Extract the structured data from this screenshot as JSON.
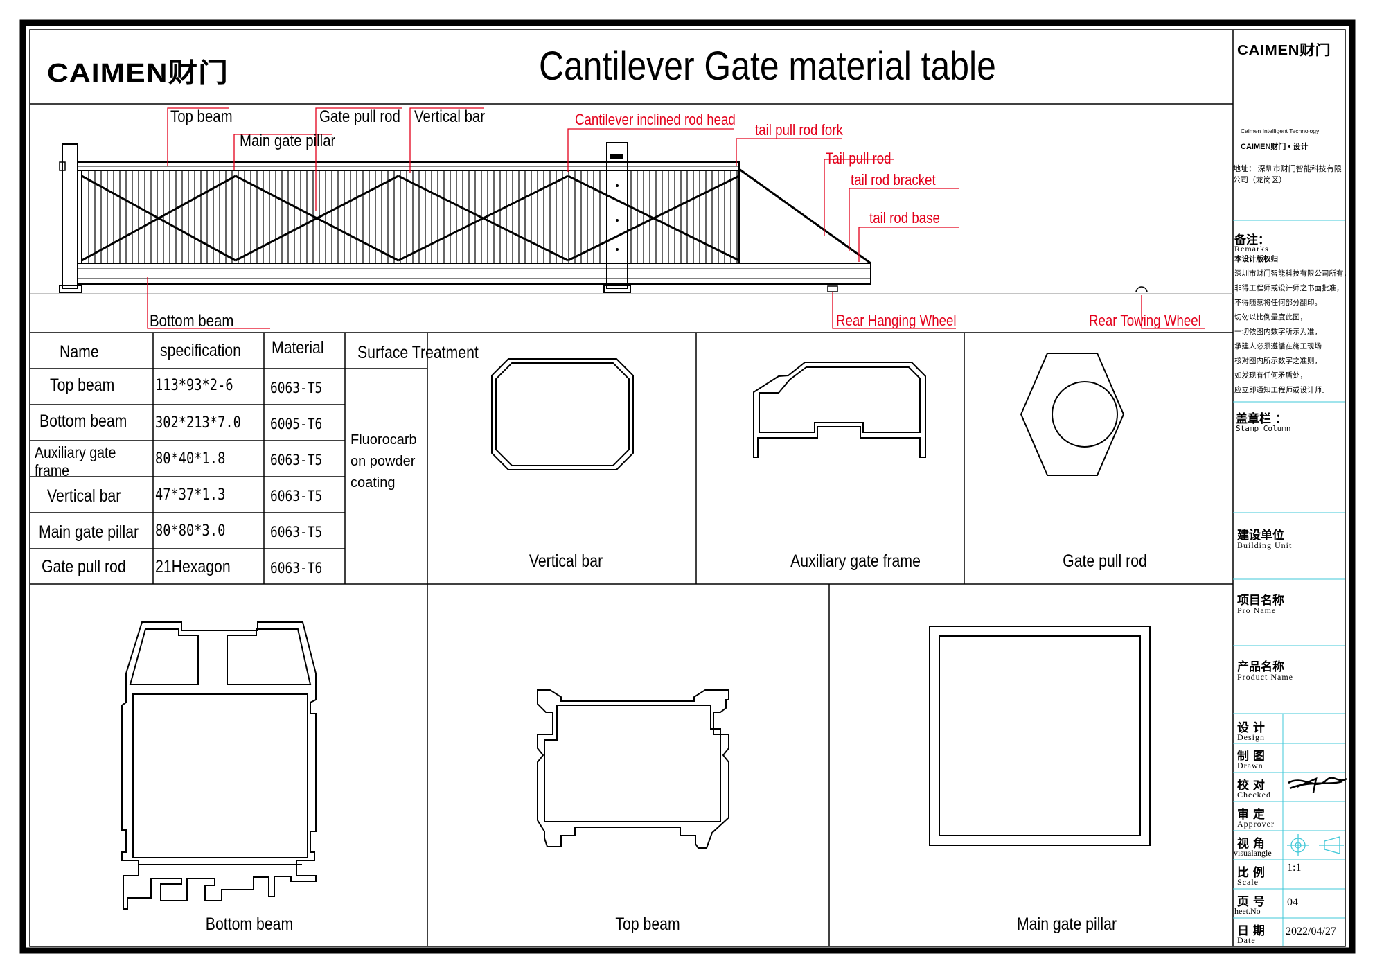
{
  "header": {
    "logo_text": "CAIMEN财门",
    "title": "Cantilever Gate material table"
  },
  "gate_labels": {
    "top_beam": "Top beam",
    "main_gate_pillar": "Main gate pillar",
    "gate_pull_rod": "Gate pull rod",
    "vertical_bar": "Vertical bar",
    "cantilever_inclined_rod_head": "Cantilever inclined rod head",
    "tail_pull_rod_fork": "tail pull rod fork",
    "tail_pull_rod": "Tail pull rod",
    "tail_rod_bracket": "tail rod bracket",
    "tail_rod_base": "tail  rod base",
    "bottom_beam": "Bottom beam",
    "rear_hanging_wheel": "Rear Hanging Wheel",
    "rear_towing_wheel": "Rear Towing Wheel"
  },
  "table": {
    "headers": {
      "name": "Name",
      "specification": "specification",
      "material": "Material",
      "surface": "Surface Treatment"
    },
    "rows": [
      {
        "name": "Top beam",
        "spec": "113*93*2-6",
        "material": "6063-T5"
      },
      {
        "name": "Bottom beam",
        "spec": "302*213*7.0",
        "material": "6005-T6"
      },
      {
        "name": "Auxiliary gate frame",
        "spec": "80*40*1.8",
        "material": "6063-T5"
      },
      {
        "name": "Vertical bar",
        "spec": "47*37*1.3",
        "material": "6063-T5"
      },
      {
        "name": "Main gate pillar",
        "spec": "80*80*3.0",
        "material": "6063-T5"
      },
      {
        "name": "Gate pull rod",
        "spec": "21Hexagon",
        "material": "6063-T6"
      }
    ],
    "surface_treatment": [
      "Fluorocarb",
      "on powder",
      "coating"
    ]
  },
  "profiles": {
    "vertical_bar": "Vertical bar",
    "auxiliary_gate_frame": "Auxiliary gate frame",
    "gate_pull_rod": "Gate pull rod",
    "bottom_beam": "Bottom beam",
    "top_beam": "Top beam",
    "main_gate_pillar": "Main gate pillar"
  },
  "title_block": {
    "logo_text": "CAIMEN财门",
    "company_en": "Caimen Intelligent Technology",
    "company_logo_line": "CAIMEN财门 • 设计",
    "address": [
      "地址： 深圳市财门智能科技有限",
      "公司（龙岗区）"
    ],
    "remarks_cn": "备注：",
    "remarks_en": "Remarks",
    "remarks_lines": [
      "本设计版权归",
      "深圳市财门智能科技有限公司所有，",
      "非得工程师或设计师之书面批准，",
      "不得随意将任何部分翻印。",
      "切勿以比例量度此图，",
      "一切依图内数字所示为准，",
      "承建人必须遵循在施工现场",
      "核对图内所示数字之准则，",
      "如发现有任何矛盾处，",
      "应立即通知工程师或设计师。"
    ],
    "stamp_cn": "盖章栏 ：",
    "stamp_en": "Stamp Column",
    "building_cn": "建设单位",
    "building_en": "Building Unit",
    "project_cn": "项目名称",
    "project_en": "Pro Name",
    "product_cn": "产品名称",
    "product_en": "Product  Name",
    "design_cn": "设  计",
    "design_en": "Design",
    "drawn_cn": "制  图",
    "drawn_en": "Drawn",
    "checked_cn": "校  对",
    "checked_en": "Checked",
    "approver_cn": "审  定",
    "approver_en": "Approver",
    "angle_cn": "视  角",
    "angle_en": "visualangle",
    "scale_cn": "比  例",
    "scale_en": "Scale",
    "scale_value": "1:1",
    "sheet_cn": "页  号",
    "sheet_en": "heet.No",
    "sheet_value": "04",
    "date_cn": "日  期",
    "date_en": "Date",
    "date_value": "2022/04/27"
  },
  "colors": {
    "line": "#000000",
    "callout_red": "#e3001b",
    "separator_cyan": "#40c8d8"
  }
}
